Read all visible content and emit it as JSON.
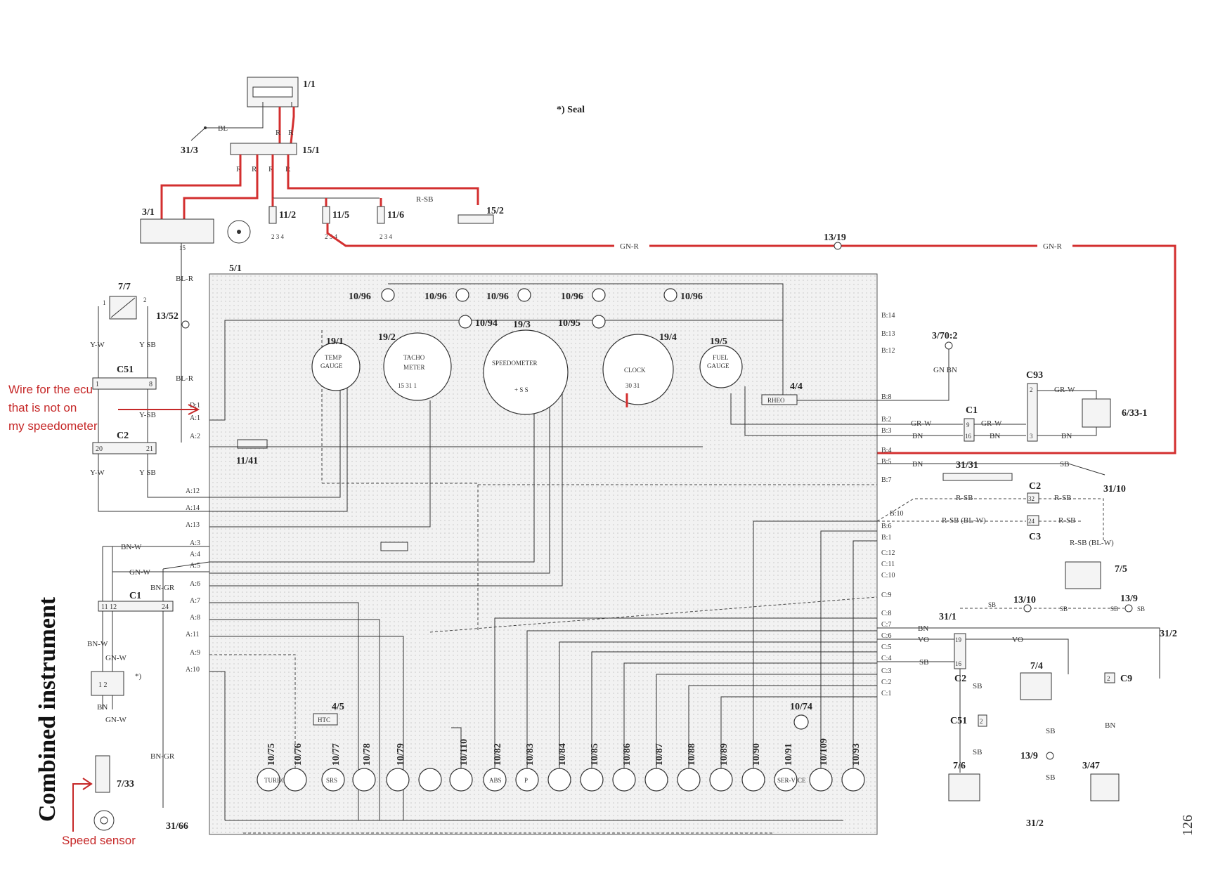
{
  "title": "Combined instrument",
  "page_number": "126",
  "seal_note": "*) Seal",
  "annotations": {
    "ecu_wire": [
      "Wire for the ecu",
      "that is not on",
      "my speedometer"
    ],
    "speed_sensor": "Speed sensor"
  },
  "components": {
    "c1_1": "1/1",
    "c15_1": "15/1",
    "c15_2": "15/2",
    "c3_1": "3/1",
    "c31_3": "31/3",
    "c11_2": "11/2",
    "c11_5": "11/5",
    "c11_6": "11/6",
    "c13_19": "13/19",
    "c5_1": "5/1",
    "c7_7": "7/7",
    "c13_52": "13/52",
    "c51": "C51",
    "c2": "C2",
    "c1": "C1",
    "c7_33": "7/33",
    "c31_66": "31/66",
    "c11_41": "11/41",
    "c4_5": "4/5",
    "c4_4": "4/4",
    "c3_70_2": "3/70:2",
    "c93": "C93",
    "c6_33_1": "6/33-1",
    "c31_31": "31/31",
    "c31_10": "31/10",
    "c3": "C3",
    "c7_5": "7/5",
    "c13_10": "13/10",
    "c13_9": "13/9",
    "c31_1": "31/1",
    "c31_2": "31/2",
    "c7_4": "7/4",
    "c9": "C9",
    "c7_6": "7/6",
    "c3_47": "3/47",
    "c10_74": "10/74",
    "c10_94": "10/94",
    "c10_95": "10/95",
    "c10_96": "10/96"
  },
  "gauges": {
    "g19_1": {
      "id": "19/1",
      "name": [
        "TEMP",
        "GAUGE"
      ]
    },
    "g19_2": {
      "id": "19/2",
      "name": [
        "TACHO",
        "METER"
      ]
    },
    "g19_3": {
      "id": "19/3",
      "name": [
        "SPEEDOMETER"
      ]
    },
    "g19_4": {
      "id": "19/4",
      "name": [
        "CLOCK"
      ]
    },
    "g19_5": {
      "id": "19/5",
      "name": [
        "FUEL",
        "GAUGE"
      ]
    }
  },
  "wires": {
    "bl": "BL",
    "r": "R",
    "r_sb": "R-SB",
    "gn_r": "GN-R",
    "bl_r": "BL-R",
    "y_w": "Y-W",
    "y_sb": "Y SB",
    "bn_w": "BN-W",
    "gn_w": "GN-W",
    "bn_gr": "BN-GR",
    "bn": "BN",
    "gn_bn": "GN BN",
    "gr_w": "GR-W",
    "sb": "SB",
    "r_sb_blw": "R-SB (BL-W)",
    "vo": "VO",
    "rheo": "RHEO",
    "htc": "HTC"
  },
  "lamps": [
    "10/75",
    "10/76",
    "10/77",
    "10/78",
    "10/79",
    "10/110",
    "10/82",
    "10/83",
    "10/84",
    "10/85",
    "10/86",
    "10/87",
    "10/88",
    "10/89",
    "10/90",
    "10/91",
    "10/109",
    "10/93"
  ],
  "lamp_symbols": [
    "TURBO",
    "",
    "SRS",
    "",
    "",
    "",
    "ABS",
    "P",
    "",
    "",
    "",
    "",
    "",
    "",
    "",
    "SER-VICE",
    "",
    ""
  ],
  "left_pins": [
    "D:1",
    "A:1",
    "A:2",
    "A:12",
    "A:14",
    "A:13",
    "A:3",
    "A:4",
    "A:5",
    "A:6",
    "A:7",
    "A:8",
    "A:11",
    "A:9",
    "A:10"
  ],
  "right_pins": [
    "B:14",
    "B:13",
    "B:12",
    "B:8",
    "B:2",
    "B:3",
    "B:4",
    "B:5",
    "B:7",
    "B:10",
    "B:6",
    "B:1",
    "C:12",
    "C:11",
    "C:10",
    "C:9",
    "C:8",
    "C:7",
    "C:6",
    "C:5",
    "C:4",
    "C:3",
    "C:2",
    "C:1"
  ],
  "connector_pins": {
    "c51_a": "1",
    "c51_b": "8",
    "c2_a": "20",
    "c2_b": "21",
    "c1_a": "11 12",
    "c1_b": "24",
    "c1_r_a": "9",
    "c1_r_b": "16",
    "c93_a": "2",
    "c93_b": "3",
    "c2_r_a": "32",
    "c3_r_a": "24",
    "c2_lo_a": "19",
    "c2_lo_b": "16",
    "c51_lo": "2",
    "c9_lo": "2",
    "seal_pins": "1 2"
  }
}
